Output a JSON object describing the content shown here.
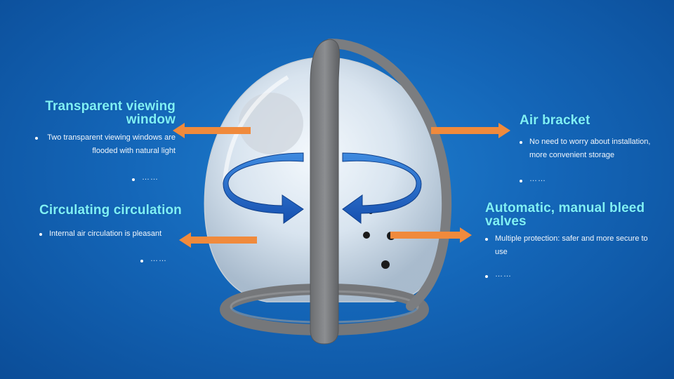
{
  "features": [
    {
      "title": "Transparent viewing window",
      "bullet": "Two transparent viewing windows are flooded with natural light",
      "more": "……"
    },
    {
      "title": "Circulating circulation",
      "bullet": "Internal air circulation is pleasant",
      "more": "……"
    },
    {
      "title": "Air bracket",
      "bullet": "No need to worry about installation, more convenient storage",
      "more": "……"
    },
    {
      "title": "Automatic, manual bleed valves",
      "bullet": "Multiple protection: safer and more secure to use",
      "more": "……"
    }
  ],
  "colors": {
    "background": "#1466b8",
    "title": "#7ff0f5",
    "arrow": "#f08a3c",
    "rotation_arrow": "#1e64c8",
    "frame": "#7b7d80"
  },
  "icons": [
    "rotation-arrow-left-icon",
    "rotation-arrow-right-icon",
    "callout-arrow-icon"
  ]
}
